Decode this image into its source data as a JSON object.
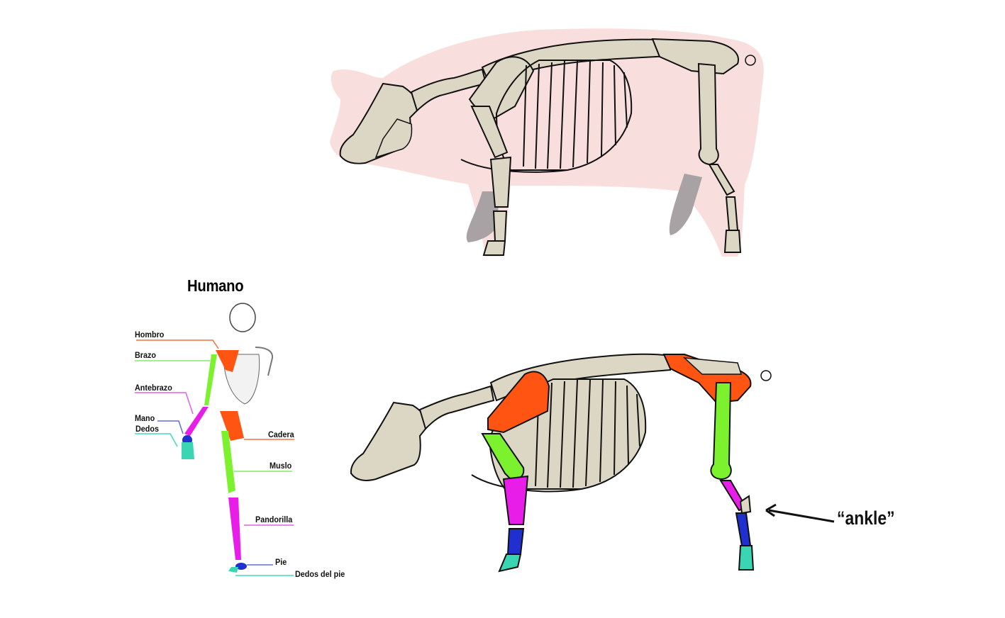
{
  "figure": {
    "top_pig": {
      "caption": ""
    },
    "human": {
      "title": "Humano",
      "labels": [
        {
          "id": "hombro",
          "text": "Hombro",
          "color": "#ff5a1f"
        },
        {
          "id": "brazo",
          "text": "Brazo",
          "color": "#7cf04a"
        },
        {
          "id": "antebrazo",
          "text": "Antebrazo",
          "color": "#e040e0"
        },
        {
          "id": "mano",
          "text": "Mano",
          "color": "#5060d8"
        },
        {
          "id": "dedos",
          "text": "Dedos",
          "color": "#3ed6c0"
        },
        {
          "id": "cadera",
          "text": "Cadera",
          "color": "#ff5a1f"
        },
        {
          "id": "muslo",
          "text": "Muslo",
          "color": "#7cf04a"
        },
        {
          "id": "pandorilla",
          "text": "Pandorilla",
          "color": "#e040e0"
        },
        {
          "id": "pie",
          "text": "Pie",
          "color": "#5060d8"
        },
        {
          "id": "dedos_del_pie",
          "text": "Dedos del pie",
          "color": "#3ed6c0"
        }
      ]
    },
    "colored_pig": {
      "annotation": "“ankle”"
    },
    "colors": {
      "bone": "#dcd6c4",
      "pig_skin": "#f8dedd",
      "pig_shadow": "#a8a2a4",
      "outline": "#111111",
      "orange": "#ff5412",
      "green": "#7cf22e",
      "magenta": "#e81ee8",
      "blue": "#1f2fd0",
      "teal": "#3ad6b4"
    }
  }
}
